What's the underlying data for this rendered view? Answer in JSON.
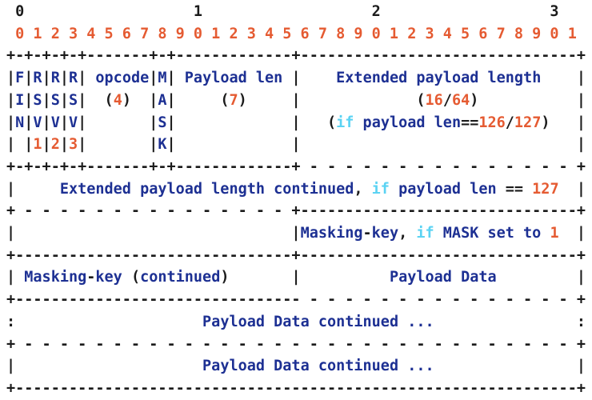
{
  "diagram": {
    "colors": {
      "background": "#ffffff",
      "structure": "#1b1b1b",
      "text": "#1d3093",
      "number": "#e55b32",
      "keyword": "#5bd3f3"
    },
    "lines": [
      [
        [
          "p",
          " 0                   1                   2                   3"
        ]
      ],
      [
        [
          "n",
          " 0 1 2 3 4 5 6 7 8 9 0 1 2 3 4 5 6 7 8 9 0 1 2 3 4 5 6 7 8 9 0 1"
        ]
      ],
      [
        [
          "p",
          "+-+-+-+-+-------+-+-------------+-------------------------------+"
        ]
      ],
      [
        [
          "p",
          "|"
        ],
        [
          "w",
          "F"
        ],
        [
          "p",
          "|"
        ],
        [
          "w",
          "R"
        ],
        [
          "p",
          "|"
        ],
        [
          "w",
          "R"
        ],
        [
          "p",
          "|"
        ],
        [
          "w",
          "R"
        ],
        [
          "p",
          "| "
        ],
        [
          "w",
          "opcode"
        ],
        [
          "p",
          "|"
        ],
        [
          "w",
          "M"
        ],
        [
          "p",
          "| "
        ],
        [
          "w",
          "Payload len"
        ],
        [
          "p",
          " |    "
        ],
        [
          "w",
          "Extended payload length"
        ],
        [
          "p",
          "    |"
        ]
      ],
      [
        [
          "p",
          "|"
        ],
        [
          "w",
          "I"
        ],
        [
          "p",
          "|"
        ],
        [
          "w",
          "S"
        ],
        [
          "p",
          "|"
        ],
        [
          "w",
          "S"
        ],
        [
          "p",
          "|"
        ],
        [
          "w",
          "S"
        ],
        [
          "p",
          "|  ("
        ],
        [
          "n",
          "4"
        ],
        [
          "p",
          ")  |"
        ],
        [
          "w",
          "A"
        ],
        [
          "p",
          "|     ("
        ],
        [
          "n",
          "7"
        ],
        [
          "p",
          ")     |             ("
        ],
        [
          "n",
          "16"
        ],
        [
          "p",
          "/"
        ],
        [
          "n",
          "64"
        ],
        [
          "p",
          ")           |"
        ]
      ],
      [
        [
          "p",
          "|"
        ],
        [
          "w",
          "N"
        ],
        [
          "p",
          "|"
        ],
        [
          "w",
          "V"
        ],
        [
          "p",
          "|"
        ],
        [
          "w",
          "V"
        ],
        [
          "p",
          "|"
        ],
        [
          "w",
          "V"
        ],
        [
          "p",
          "|       |"
        ],
        [
          "w",
          "S"
        ],
        [
          "p",
          "|             |   ("
        ],
        [
          "k",
          "if"
        ],
        [
          "w",
          " payload len"
        ],
        [
          "p",
          "=="
        ],
        [
          "n",
          "126"
        ],
        [
          "p",
          "/"
        ],
        [
          "n",
          "127"
        ],
        [
          "p",
          ")   |"
        ]
      ],
      [
        [
          "p",
          "| |"
        ],
        [
          "n",
          "1"
        ],
        [
          "p",
          "|"
        ],
        [
          "n",
          "2"
        ],
        [
          "p",
          "|"
        ],
        [
          "n",
          "3"
        ],
        [
          "p",
          "|       |"
        ],
        [
          "w",
          "K"
        ],
        [
          "p",
          "|             |                               |"
        ]
      ],
      [
        [
          "p",
          "+-+-+-+-+-------+-+-------------+ - - - - - - - - - - - - - - - +"
        ]
      ],
      [
        [
          "p",
          "|     "
        ],
        [
          "w",
          "Extended payload length continued"
        ],
        [
          "p",
          ", "
        ],
        [
          "k",
          "if"
        ],
        [
          "w",
          " payload len "
        ],
        [
          "p",
          "== "
        ],
        [
          "n",
          "127"
        ],
        [
          "p",
          "  |"
        ]
      ],
      [
        [
          "p",
          "+ - - - - - - - - - - - - - - - +-------------------------------+"
        ]
      ],
      [
        [
          "p",
          "|                               |"
        ],
        [
          "w",
          "Masking"
        ],
        [
          "p",
          "-"
        ],
        [
          "w",
          "key"
        ],
        [
          "p",
          ", "
        ],
        [
          "k",
          "if"
        ],
        [
          "w",
          " MASK set to "
        ],
        [
          "n",
          "1"
        ],
        [
          "p",
          "  |"
        ]
      ],
      [
        [
          "p",
          "+-------------------------------+-------------------------------+"
        ]
      ],
      [
        [
          "p",
          "| "
        ],
        [
          "w",
          "Masking"
        ],
        [
          "p",
          "-"
        ],
        [
          "w",
          "key"
        ],
        [
          "p",
          " ("
        ],
        [
          "w",
          "continued"
        ],
        [
          "p",
          ")       |          "
        ],
        [
          "w",
          "Payload Data"
        ],
        [
          "p",
          "         |"
        ]
      ],
      [
        [
          "p",
          "+-------------------------------- - - - - - - - - - - - - - - - +"
        ]
      ],
      [
        [
          "p",
          ":                     "
        ],
        [
          "w",
          "Payload Data continued ..."
        ],
        [
          "p",
          "                :"
        ]
      ],
      [
        [
          "p",
          "+ - - - - - - - - - - - - - - - - - - - - - - - - - - - - - - - +"
        ]
      ],
      [
        [
          "p",
          "|                     "
        ],
        [
          "w",
          "Payload Data continued ..."
        ],
        [
          "p",
          "                |"
        ]
      ],
      [
        [
          "p",
          "+---------------------------------------------------------------+"
        ]
      ]
    ]
  }
}
